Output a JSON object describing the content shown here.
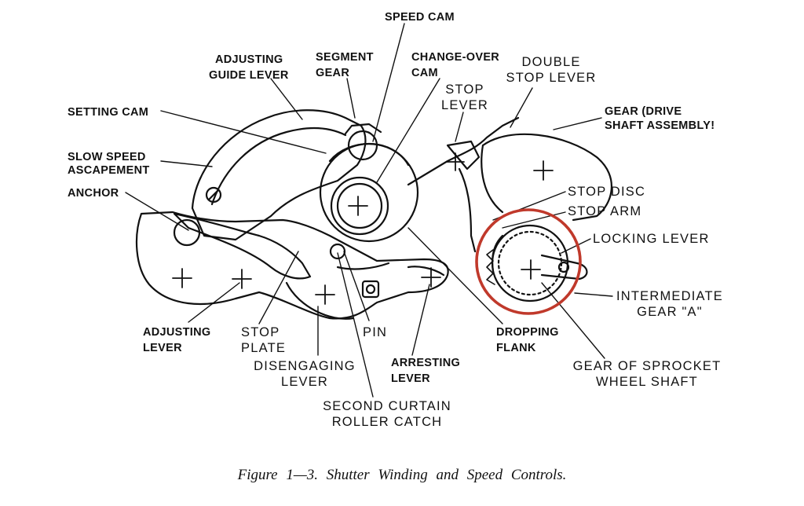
{
  "labels": {
    "speed_cam": [
      "SPEED CAM"
    ],
    "adjusting_guide_lever": [
      "ADJUSTING",
      "GUIDE LEVER"
    ],
    "segment_gear": [
      "SEGMENT",
      "GEAR"
    ],
    "change_over_cam": [
      "CHANGE-OVER",
      "CAM"
    ],
    "double_stop_lever": [
      "DOUBLE",
      "STOP  LEVER"
    ],
    "stop_lever": [
      "STOP",
      "LEVER"
    ],
    "setting_cam": [
      "SETTING CAM"
    ],
    "gear_drive_shaft": [
      "GEAR (DRIVE",
      "SHAFT  ASSEMBLY!"
    ],
    "slow_speed_escapement": [
      "SLOW  SPEED",
      "ASCAPEMENT"
    ],
    "anchor": [
      "ANCHOR"
    ],
    "stop_disc": [
      "STOP  DISC"
    ],
    "stop_arm": [
      "STOP  ARM"
    ],
    "locking_lever": [
      "LOCKING  LEVER"
    ],
    "intermediate_gear": [
      "INTERMEDIATE",
      "GEAR  \"A\""
    ],
    "adjusting_lever": [
      "ADJUSTING",
      "LEVER"
    ],
    "stop_plate": [
      "STOP",
      "PLATE"
    ],
    "pin": [
      "PIN"
    ],
    "dropping_flank": [
      "DROPPING",
      "FLANK"
    ],
    "disengaging_lever": [
      "DISENGAGING",
      "LEVER"
    ],
    "arresting_lever": [
      "ARRESTING",
      "LEVER"
    ],
    "gear_of_sprocket": [
      "GEAR  OF  SPROCKET",
      "WHEEL  SHAFT"
    ],
    "second_curtain": [
      "SECOND  CURTAIN",
      "ROLLER  CATCH"
    ]
  },
  "caption": "Figure    1—3.   Shutter  Winding  and  Speed  Controls.",
  "colors": {
    "ink": "#111111",
    "highlight_circle": "#c0392b",
    "background": "#ffffff"
  }
}
